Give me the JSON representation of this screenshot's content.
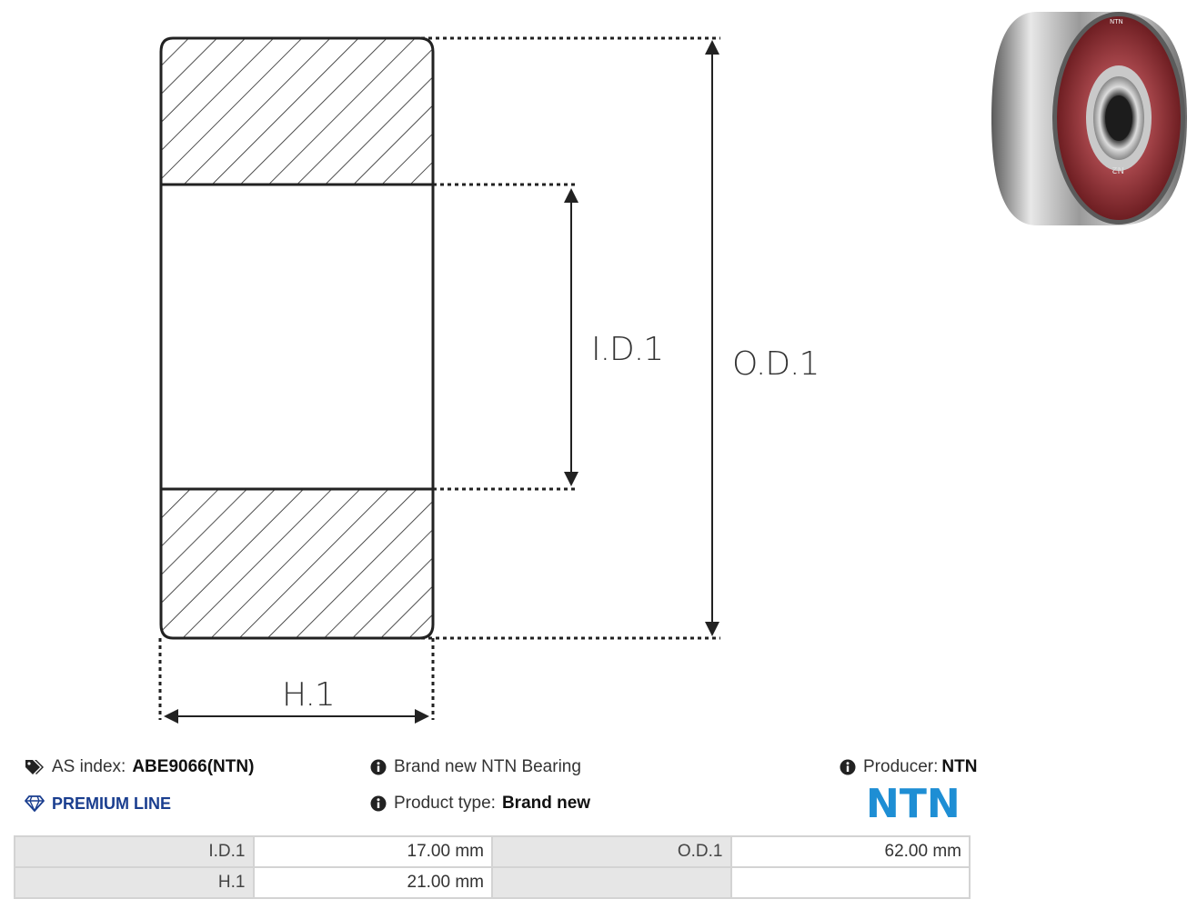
{
  "drawing": {
    "labels": {
      "id": "I.D.1",
      "od": "O.D.1",
      "h": "H.1"
    }
  },
  "info": {
    "as_index_label": "AS index:",
    "as_index_value": "ABE9066(NTN)",
    "premium_line": "PREMIUM LINE",
    "description": "Brand new NTN Bearing",
    "product_type_label": "Product type:",
    "product_type_value": "Brand new",
    "producer_label": "Producer:",
    "producer_value": "NTN",
    "logo_text": "NTN"
  },
  "photo": {
    "seal_text": "NTN",
    "seal_code": "N2"
  },
  "specs": {
    "rows": [
      {
        "l1": "I.D.1",
        "v1": "17.00 mm",
        "l2": "O.D.1",
        "v2": "62.00 mm"
      },
      {
        "l1": "H.1",
        "v1": "21.00 mm",
        "l2": "",
        "v2": ""
      }
    ]
  },
  "colors": {
    "premium": "#1a3e8f",
    "logo": "#1e8ed4",
    "seal": "#8a2a2e",
    "table_label_bg": "#e6e6e6",
    "table_border": "#d3d3d3"
  }
}
